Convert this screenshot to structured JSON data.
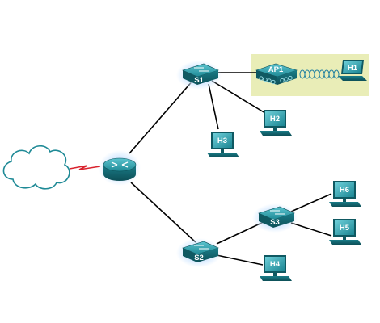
{
  "devices": {
    "s1": "S1",
    "s2": "S2",
    "s3": "S3",
    "ap1": "AP1",
    "h1": "H1",
    "h2": "H2",
    "h3": "H3",
    "h4": "H4",
    "h5": "H5",
    "h6": "H6"
  },
  "icons": {
    "router": "router-icon",
    "switch": "switch-icon",
    "access_point": "wireless-access-point-icon",
    "pc": "pc-icon",
    "laptop": "laptop-icon",
    "cloud": "cloud-icon"
  },
  "colors": {
    "device_teal": "#1f8a96",
    "device_dark": "#0f5962",
    "wan_link": "#d9232e",
    "wireless_zone": "#e9edb7",
    "link": "#000000",
    "wireless_signal": "#1d7fa0"
  }
}
